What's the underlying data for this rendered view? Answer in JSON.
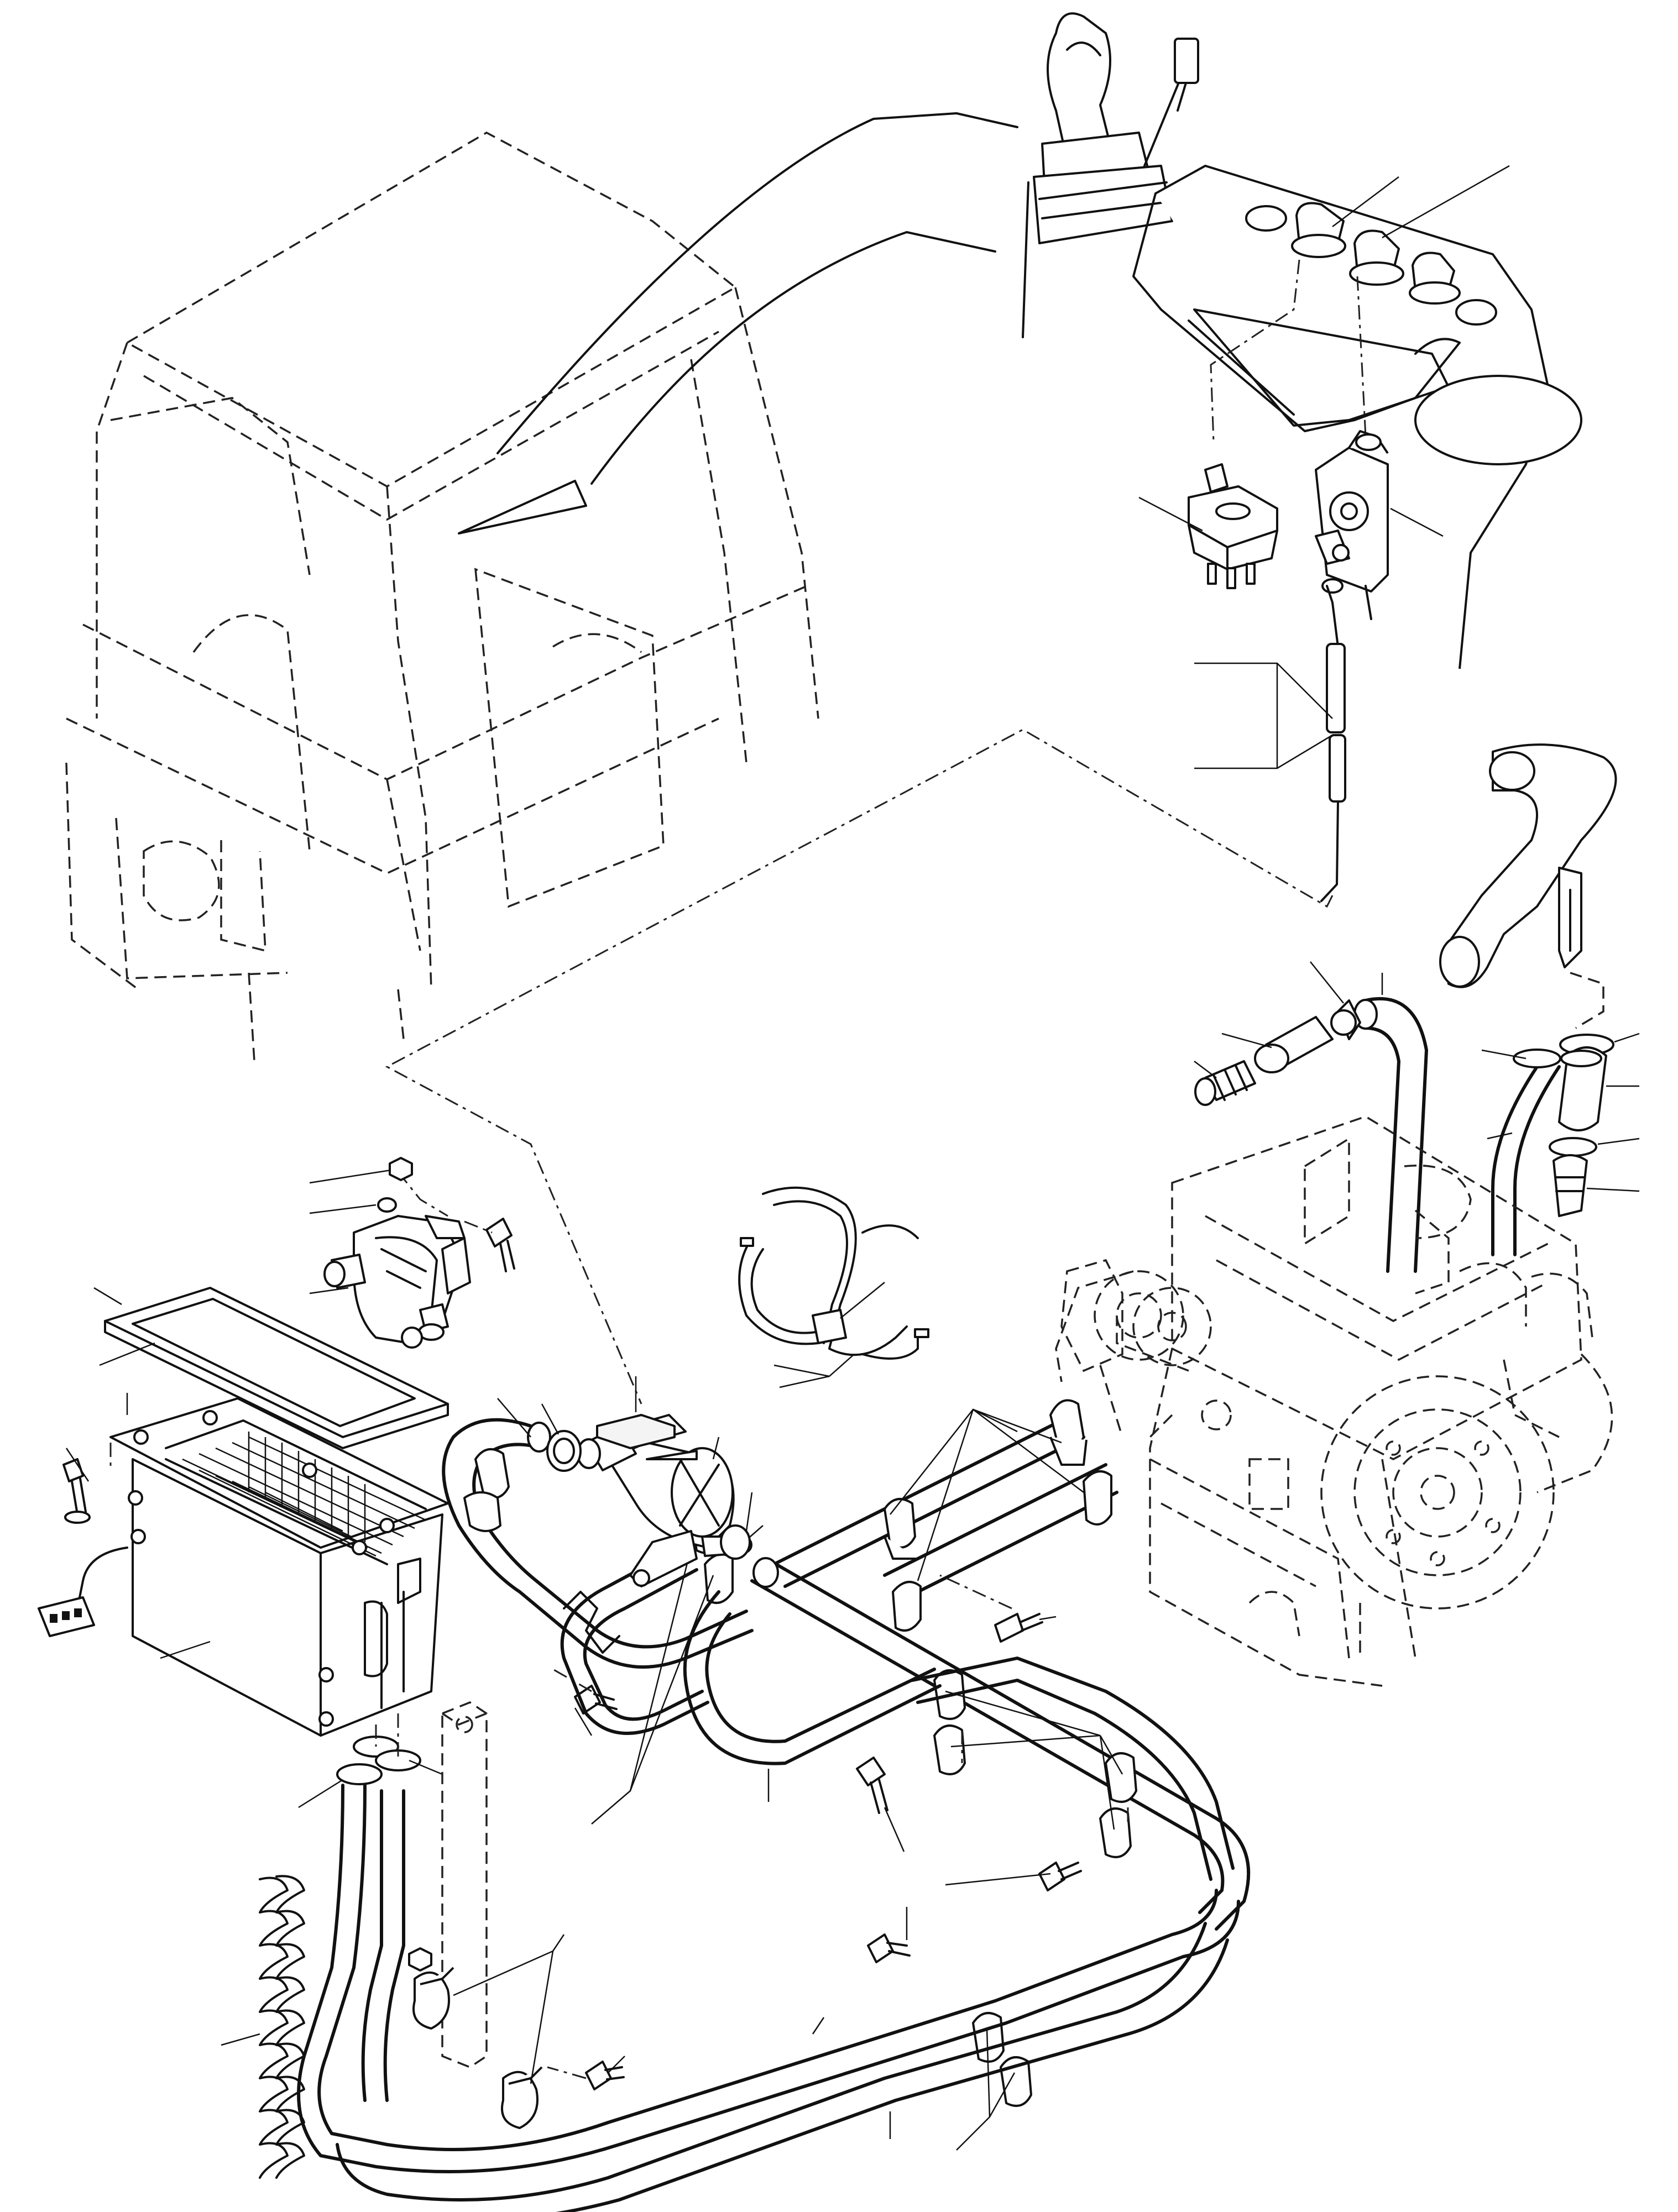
{
  "sheet": {
    "background": "#ffffff",
    "line_color": "#111111",
    "components": [
      {
        "id": "cab",
        "icon": "cab-outline-icon"
      },
      {
        "id": "control-lever",
        "icon": "joystick-icon"
      },
      {
        "id": "control-panel",
        "icon": "console-panel-icon"
      },
      {
        "id": "rocker-switch",
        "icon": "switch-icon"
      },
      {
        "id": "heater-valve-control",
        "icon": "valve-control-icon"
      },
      {
        "id": "control-cable",
        "icon": "cable-icon"
      },
      {
        "id": "engine",
        "icon": "engine-block-icon"
      },
      {
        "id": "heater-unit",
        "icon": "heater-core-icon"
      },
      {
        "id": "air-filter",
        "icon": "filter-frame-icon"
      },
      {
        "id": "water-valve",
        "icon": "water-valve-icon"
      },
      {
        "id": "coolant-hoses",
        "icon": "hose-icon"
      },
      {
        "id": "hose-clamps",
        "icon": "clamp-icon"
      },
      {
        "id": "cable-tie",
        "icon": "cable-tie-icon"
      },
      {
        "id": "protective-sleeve",
        "icon": "spiral-sleeve-icon"
      }
    ]
  }
}
